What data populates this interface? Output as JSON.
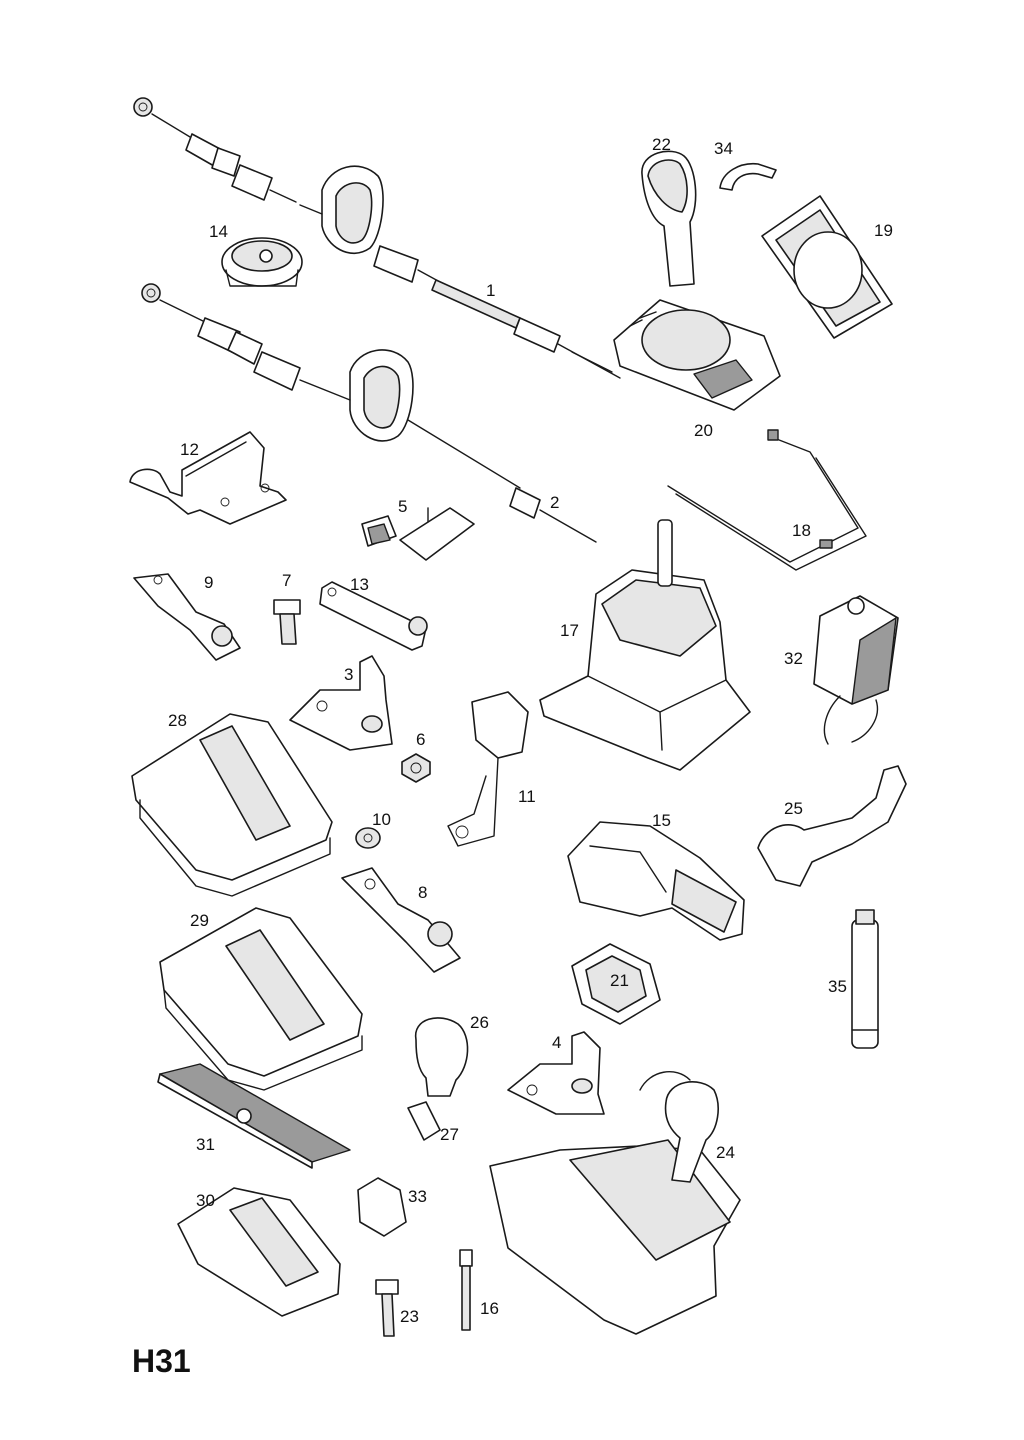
{
  "diagram": {
    "page_code": "H31",
    "callouts": [
      "1",
      "2",
      "3",
      "4",
      "5",
      "6",
      "7",
      "8",
      "9",
      "10",
      "11",
      "12",
      "13",
      "14",
      "15",
      "16",
      "17",
      "18",
      "19",
      "20",
      "21",
      "22",
      "23",
      "24",
      "25",
      "26",
      "27",
      "28",
      "29",
      "30",
      "31",
      "32",
      "33",
      "34",
      "35"
    ]
  }
}
